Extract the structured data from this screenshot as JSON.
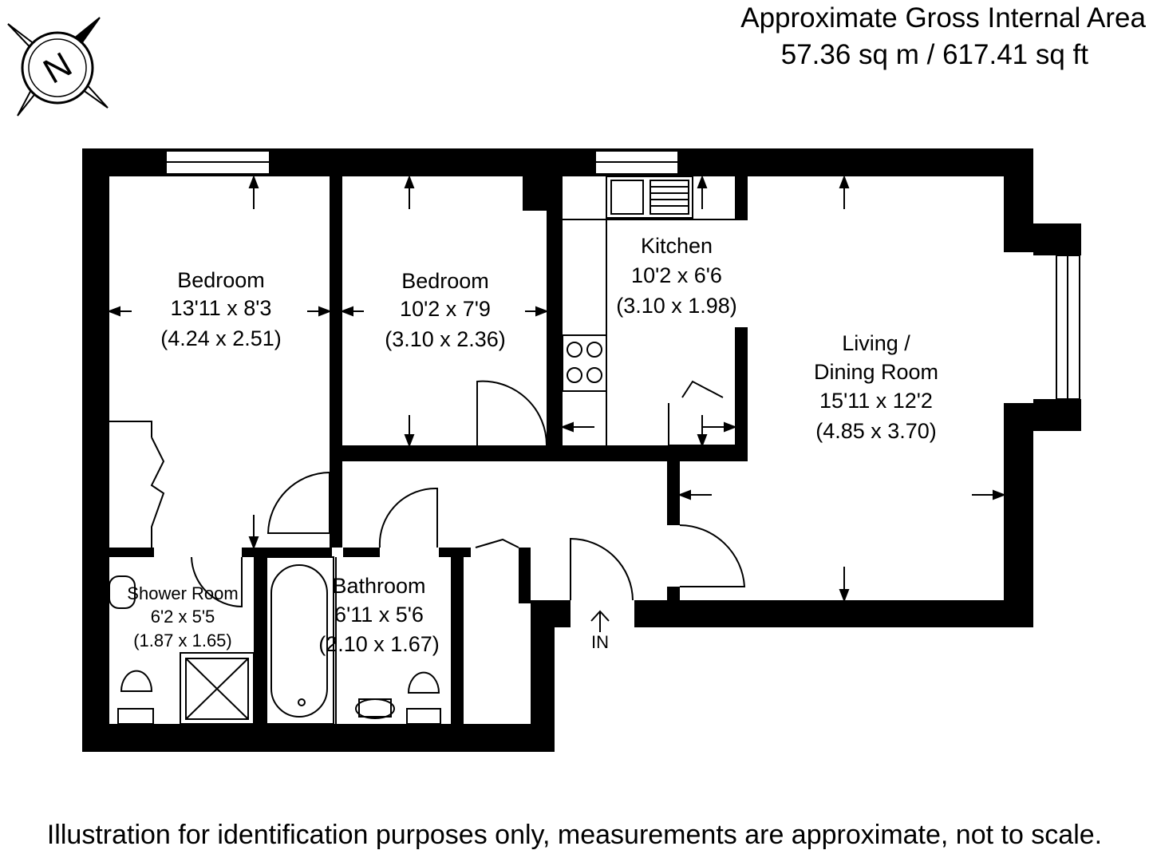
{
  "header": {
    "area_title": "Approximate Gross Internal Area",
    "area_value": "57.36 sq m / 617.41 sq ft"
  },
  "compass": {
    "label": "N",
    "icon": "compass-north-icon"
  },
  "rooms": {
    "bedroom1": {
      "name": "Bedroom",
      "imperial": "13'11 x 8'3",
      "metric": "(4.24 x 2.51)"
    },
    "bedroom2": {
      "name": "Bedroom",
      "imperial": "10'2 x 7'9",
      "metric": "(3.10 x 2.36)"
    },
    "kitchen": {
      "name": "Kitchen",
      "imperial": "10'2 x 6'6",
      "metric": "(3.10 x 1.98)"
    },
    "living": {
      "name_line1": "Living /",
      "name_line2": "Dining Room",
      "imperial": "15'11 x 12'2",
      "metric": "(4.85 x 3.70)"
    },
    "shower": {
      "name": "Shower Room",
      "imperial": "6'2 x 5'5",
      "metric": "(1.87 x 1.65)"
    },
    "bathroom": {
      "name": "Bathroom",
      "imperial": "6'11 x 5'6",
      "metric": "(2.10 x 1.67)"
    }
  },
  "entrance": {
    "label": "IN"
  },
  "footer": {
    "disclaimer": "Illustration for identification purposes only, measurements are approximate, not to scale."
  },
  "colors": {
    "wall": "#000000",
    "background": "#ffffff",
    "fixture_line": "#000000"
  }
}
